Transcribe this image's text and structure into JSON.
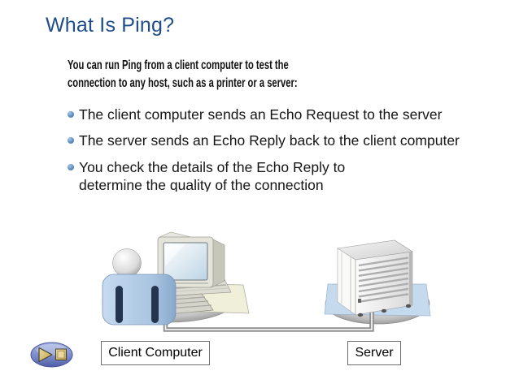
{
  "slide": {
    "title": "What Is Ping?",
    "intro": {
      "line1": "You can run Ping from a client computer to test the",
      "line2": "connection to any host, such as a printer or a server:"
    },
    "bullets": [
      {
        "line1": "The client computer sends an Echo Request to the server"
      },
      {
        "line1": "The server sends an Echo Reply back to the client computer"
      },
      {
        "line1": "You check the details of the Echo Reply to",
        "line2": "determine the quality of the connection"
      }
    ],
    "diagram": {
      "client_label": "Client Computer",
      "server_label": "Server",
      "client_icon": "client-computer-illustration",
      "server_icon": "server-tower-illustration",
      "cable_icon": "network-cable"
    },
    "nav": {
      "forward_icon": "forward-triangle-icon",
      "end_icon": "end-square-icon"
    },
    "colors": {
      "title_blue": "#1F4E8B",
      "bullet_blue": "#5E8FC0",
      "cable_gray": "#8F8F8F",
      "nav_oval_blue": "#7888C6",
      "nav_glyph_gold": "#D9BE76",
      "label_border": "#6F6F6F",
      "server_mat_blue": "#C6DAEE",
      "client_mat_cream": "#EFEFDA"
    }
  }
}
